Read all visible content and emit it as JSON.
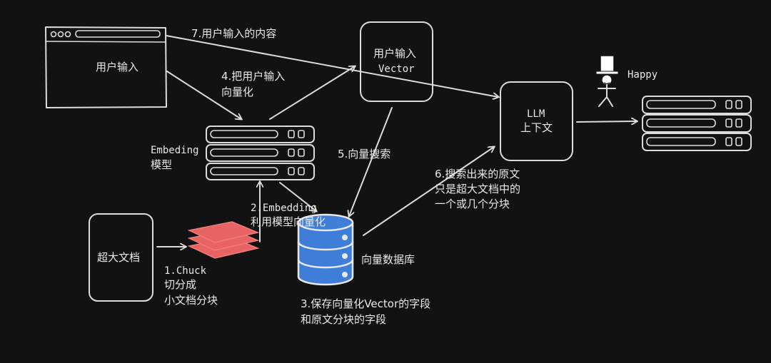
{
  "colors": {
    "background": "#121212",
    "stroke": "#dcdcdc",
    "database_fill": "#3f7ed8",
    "chunk_fill": "#e86464",
    "chunk_stroke": "#f07b7b"
  },
  "icons": {
    "browser": "browser-window-icon",
    "server": "server-rack-icon",
    "database": "database-cylinder-icon",
    "chunks": "stacked-layers-icon",
    "person": "stick-figure-top-hat-icon"
  },
  "nodes": {
    "user_input": "用户输入",
    "user_vector_1": "用户输入",
    "user_vector_2": "Vector",
    "llm_1": "LLM",
    "llm_2": "上下文",
    "big_doc": "超大文档",
    "embedding_1": "Embeding",
    "embedding_2": "模型",
    "vector_db": "向量数据库",
    "happy": "Happy"
  },
  "edges": {
    "step7": "7.用户输入的内容",
    "step4_1": "4.把用户输入",
    "step4_2": "向量化",
    "step5": "5.向量搜索",
    "step6_1": "6.搜索出来的原文",
    "step6_2": "只是超大文档中的",
    "step6_3": "一个或几个分块",
    "step2_1": "2.Embedding",
    "step2_2": "利用模型向量化",
    "step1_1": "1.Chuck",
    "step1_2": "切分成",
    "step1_3": "小文档分块",
    "step3_1": "3.保存向量化Vector的字段",
    "step3_2": "和原文分块的字段"
  }
}
